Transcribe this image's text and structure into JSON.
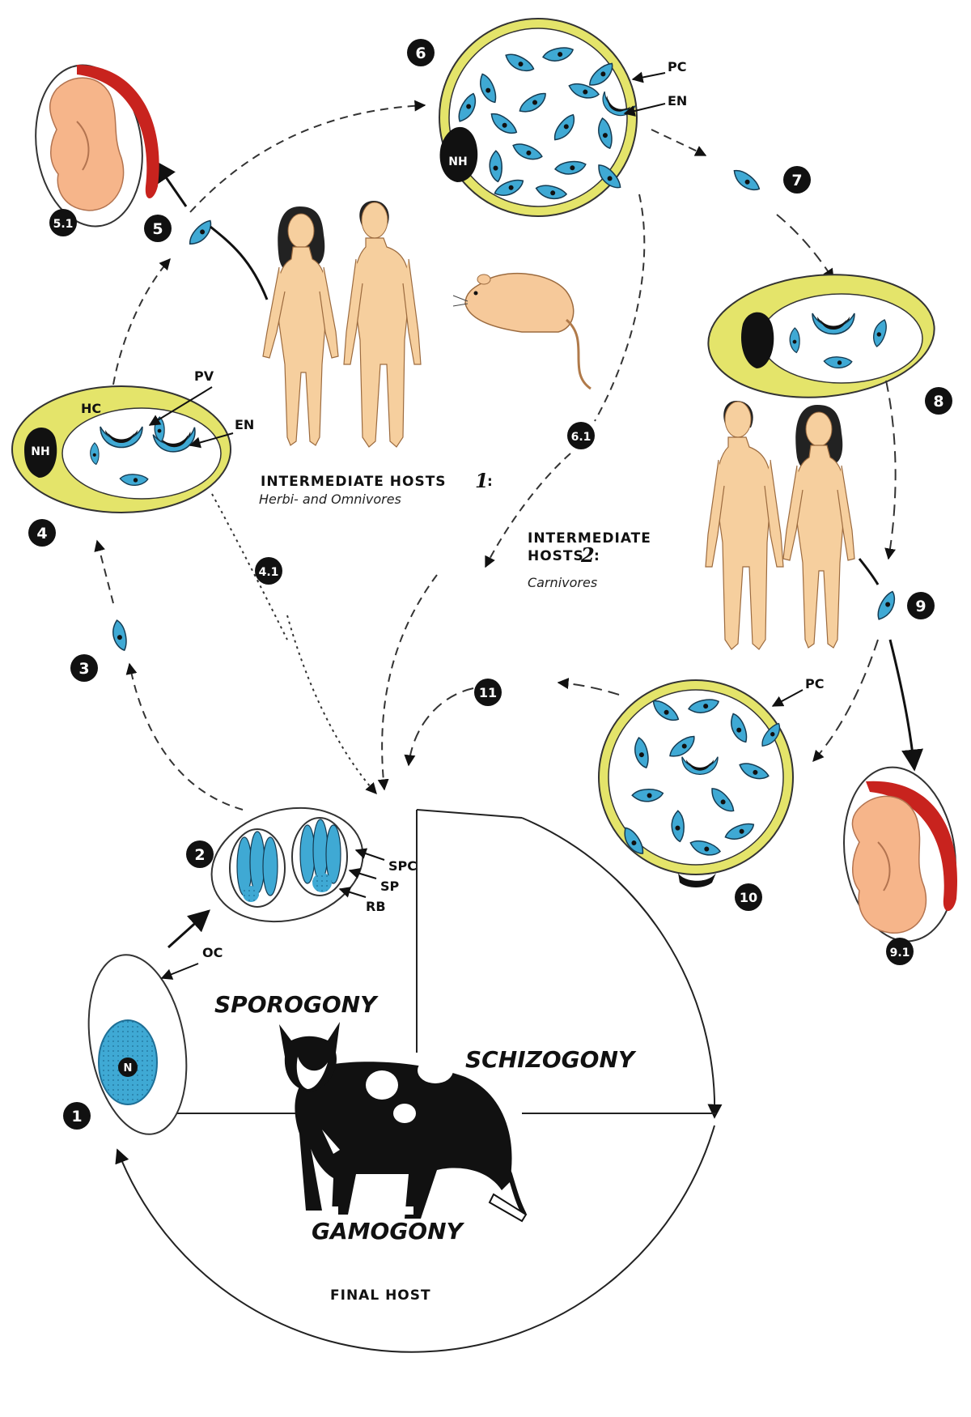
{
  "labels": {
    "pc_top": "PC",
    "en_top": "EN",
    "pv": "PV",
    "hc": "HC",
    "en_left": "EN",
    "nh_left": "NH",
    "nh_top": "NH",
    "pc_right": "PC",
    "spc": "SPC",
    "sp": "SP",
    "rb": "RB",
    "oc": "OC",
    "n": "N"
  },
  "hosts1": {
    "title": "INTERMEDIATE HOSTS",
    "num": "1",
    "colon": ":",
    "sub": "Herbi- and Omnivores"
  },
  "hosts2": {
    "title_line1": "INTERMEDIATE",
    "title_line2": "HOSTS",
    "num": "2",
    "colon": ":",
    "sub": "Carnivores"
  },
  "phases": {
    "sporogony": "SPOROGONY",
    "schizogony": "SCHIZOGONY",
    "gamogony": "GAMOGONY",
    "final_host": "FINAL HOST"
  },
  "stages": {
    "s1": "1",
    "s2": "2",
    "s3": "3",
    "s4": "4",
    "s41": "4.1",
    "s5": "5",
    "s51": "5.1",
    "s6": "6",
    "s61": "6.1",
    "s7": "7",
    "s8": "8",
    "s9": "9",
    "s91": "9.1",
    "s10": "10",
    "s11": "11"
  },
  "colors": {
    "parasite": "#3fa9d4",
    "cyst_wall": "#e4e46a",
    "fetus_skin": "#f6b58a",
    "placenta": "#c8231e",
    "human_skin": "#f6cf9e",
    "ink": "#111111"
  },
  "icons": [
    "fetus-icon",
    "human-female-icon",
    "human-male-icon",
    "mouse-icon",
    "cat-icon",
    "tissue-cyst-icon",
    "oocyst-icon",
    "tachyzoite-icon"
  ]
}
